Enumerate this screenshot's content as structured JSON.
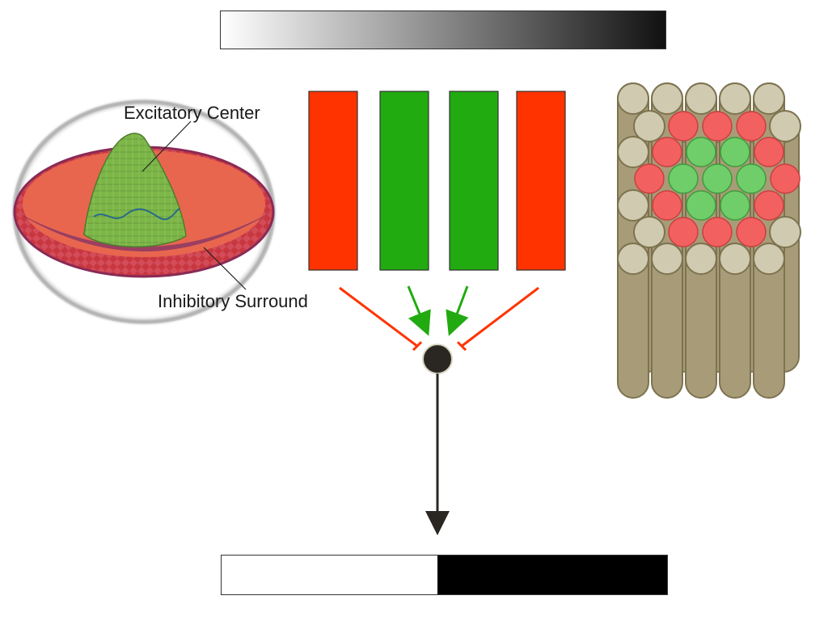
{
  "labels": {
    "excitatory_center": "Excitatory Center",
    "inhibitory_surround": "Inhibitory Surround"
  },
  "colors": {
    "surround_red": "#ff3300",
    "center_green": "#22aa11",
    "rod_tan": "#a89c78",
    "rod_top": "#cfcab0",
    "cone_red": "#f26060",
    "cone_green": "#6fce6a",
    "neuron": "#2a2722",
    "hat_brim": "#c9383f",
    "hat_crown": "#7fb84a"
  },
  "input_gradient": {
    "from": "#ffffff",
    "to": "#111111"
  },
  "bars": [
    "surround",
    "center",
    "center",
    "surround"
  ],
  "output_bar": {
    "left_fill": "#ffffff",
    "right_fill": "#000000",
    "split_fraction": 0.485
  },
  "retina_mosaic": {
    "rows": [
      [
        "rod",
        "rod",
        "rod",
        "rod",
        "rod"
      ],
      [
        "rod",
        "red",
        "red",
        "red",
        "rod"
      ],
      [
        "rod",
        "red",
        "green",
        "green",
        "red"
      ],
      [
        "red",
        "green",
        "green",
        "green",
        "red"
      ],
      [
        "rod",
        "red",
        "green",
        "green",
        "red"
      ],
      [
        "rod",
        "red",
        "red",
        "red",
        "rod"
      ],
      [
        "rod",
        "rod",
        "rod",
        "rod",
        "rod"
      ]
    ]
  }
}
